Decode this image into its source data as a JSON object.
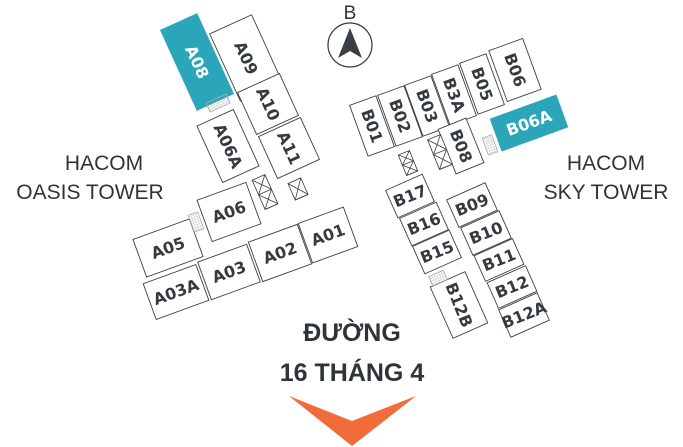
{
  "compass": {
    "label": "B"
  },
  "tower_a": {
    "line1": "HACOM",
    "line2": "OASIS TOWER"
  },
  "tower_b": {
    "line1": "HACOM",
    "line2": "SKY TOWER"
  },
  "road": {
    "line1": "ĐƯỜNG",
    "line2": "16 THÁNG 4"
  },
  "colors": {
    "highlight": "#2ba5b9",
    "arrow": "#f26b3a",
    "text": "#343a40"
  },
  "units_a": [
    "A08",
    "A09",
    "A10",
    "A11",
    "A06A",
    "A05",
    "A06",
    "A03A",
    "A03",
    "A02",
    "A01"
  ],
  "units_b": [
    "B01",
    "B02",
    "B03",
    "B3A",
    "B05",
    "B06",
    "B06A",
    "B08",
    "B17",
    "B16",
    "B15",
    "B12B",
    "B09",
    "B10",
    "B11",
    "B12",
    "B12A"
  ],
  "highlighted": [
    "A08",
    "B06A"
  ]
}
